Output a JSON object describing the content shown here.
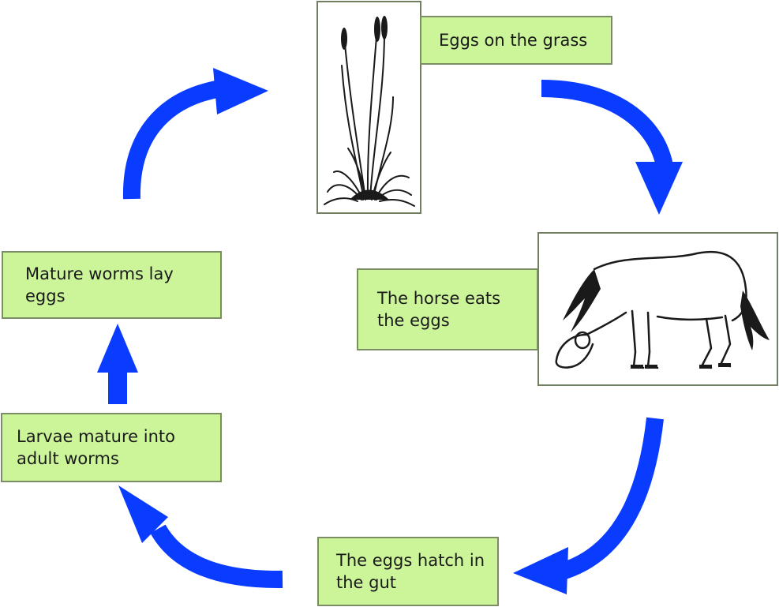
{
  "stages": {
    "eggs_on_grass": "Eggs on the grass",
    "horse_eats": "The horse eats the eggs",
    "eggs_hatch": "The eggs hatch in the gut",
    "larvae_mature": "Larvae mature into adult worms",
    "worms_lay_eggs": "Mature worms lay eggs"
  },
  "pictures": {
    "grass": "grass-clump-icon",
    "horse": "grazing-horse-icon"
  },
  "colors": {
    "arrow": "#0a3cff",
    "box_fill": "#ccf59a",
    "box_border": "#7b8d65"
  }
}
